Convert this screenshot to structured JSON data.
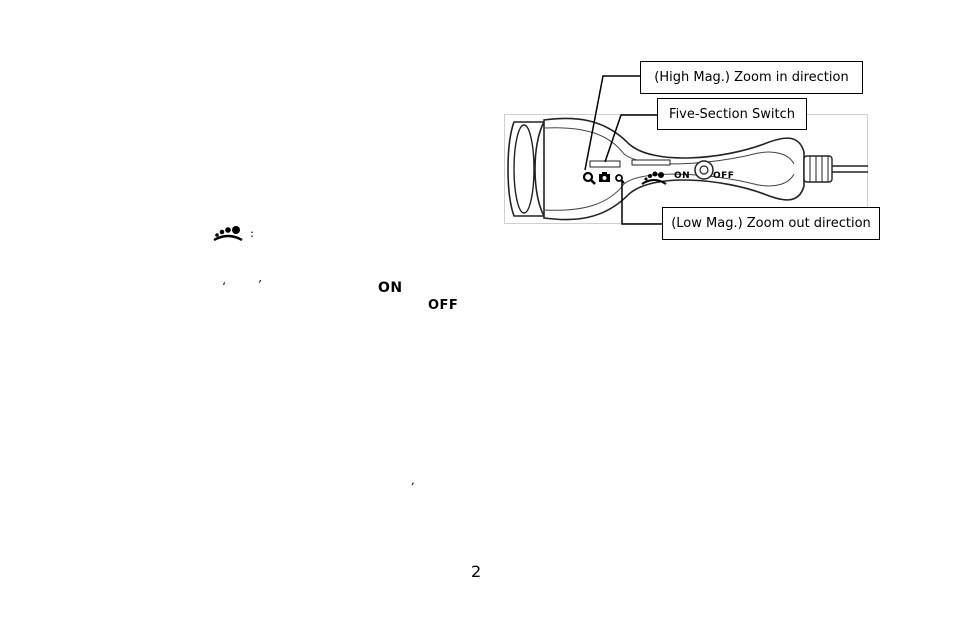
{
  "callouts": {
    "high_mag": "(High Mag.) Zoom in direction",
    "five_section": "Five-Section Switch",
    "low_mag": "(Low Mag.) Zoom out direction"
  },
  "device_labels": {
    "on": "ON",
    "off": "OFF"
  },
  "body_text": {
    "led_colon": ":",
    "quote_open": "‘",
    "quote_close": "’",
    "on_label": "ON",
    "off_label": "OFF",
    "comma_mark": ","
  },
  "icons": {
    "led_brightness": "led-brightness-icon",
    "zoom_in": "magnifier-icon",
    "camera": "camera-icon"
  },
  "page_number": "2"
}
